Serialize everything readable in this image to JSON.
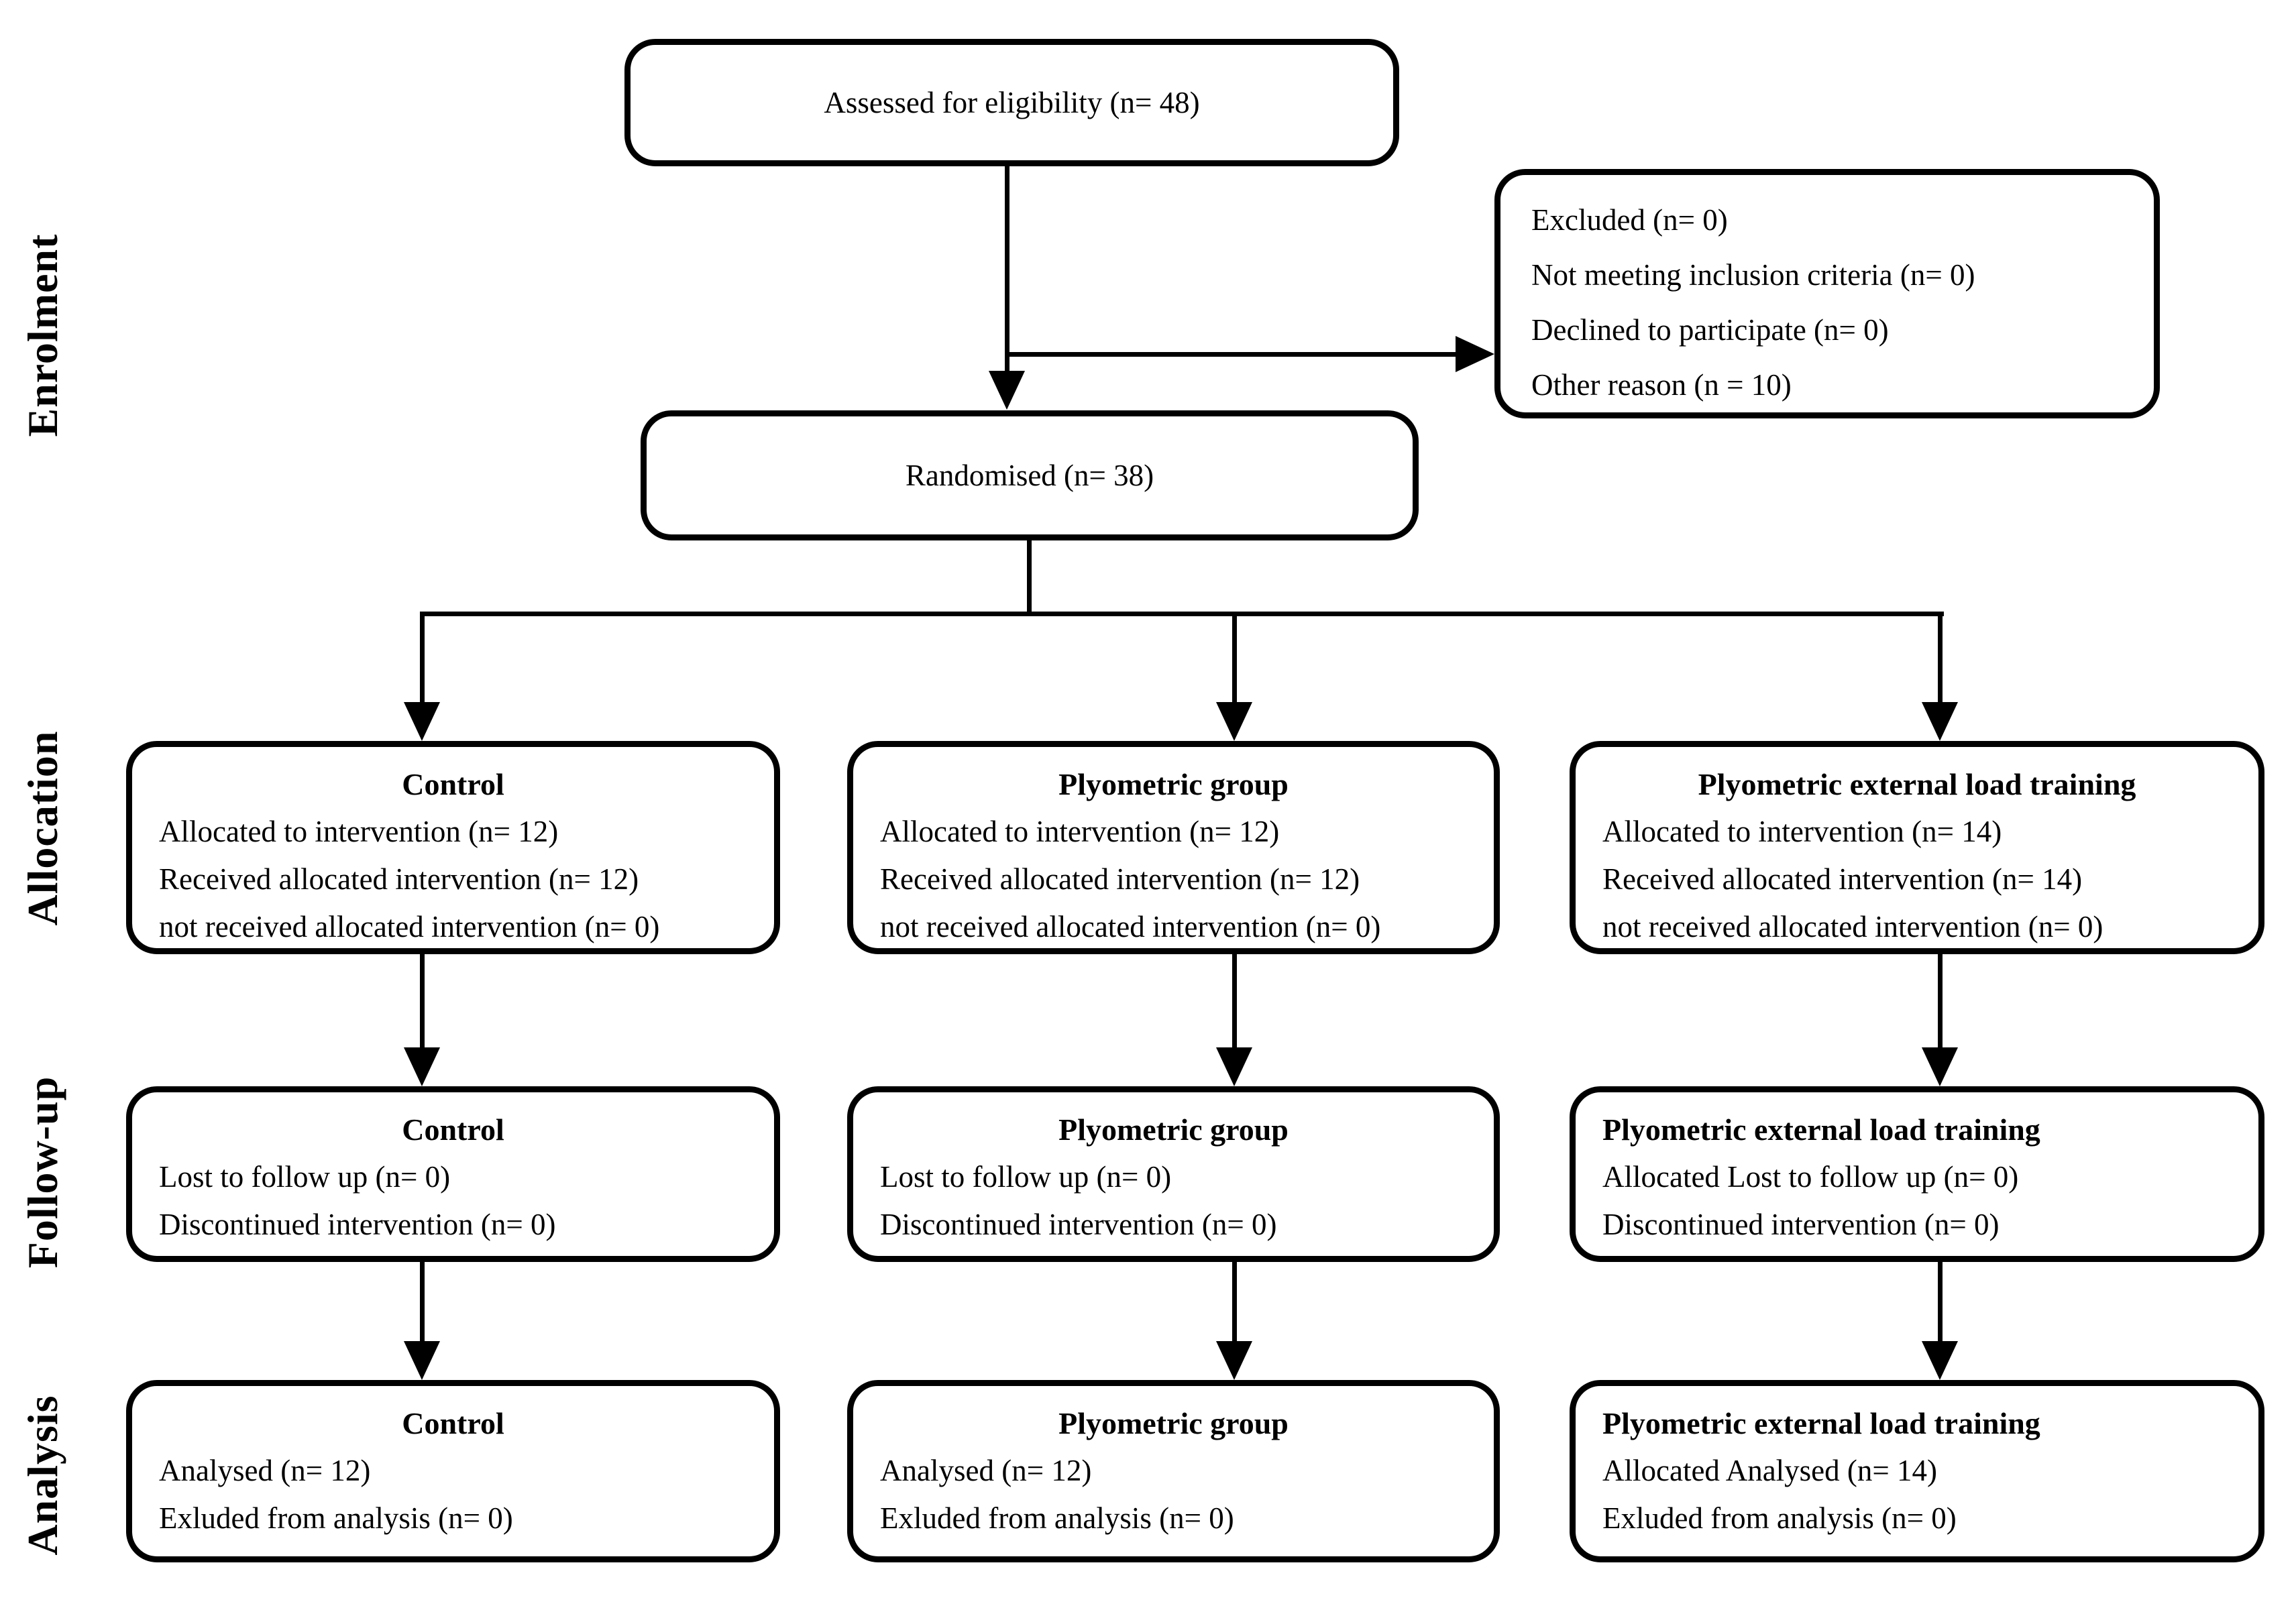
{
  "side_labels": {
    "enrolment": "Enrolment",
    "allocation": "Allocation",
    "follow_up": "Follow-up",
    "analysis": "Analysis"
  },
  "boxes": {
    "assessed": {
      "text": "Assessed for eligibility (n= 48)"
    },
    "excluded": {
      "lines": [
        "Excluded (n= 0)",
        "Not meeting inclusion criteria (n= 0)",
        "Declined to participate (n= 0)",
        "Other reason (n = 10)"
      ]
    },
    "randomised": {
      "text": "Randomised (n= 38)"
    },
    "allocation": [
      {
        "title": "Control",
        "lines": [
          "Allocated to intervention (n= 12)",
          "Received allocated intervention (n= 12)",
          "not received allocated intervention (n= 0)"
        ]
      },
      {
        "title": "Plyometric group",
        "lines": [
          "Allocated to intervention (n= 12)",
          "Received allocated intervention (n= 12)",
          "not received allocated intervention (n= 0)"
        ]
      },
      {
        "title": "Plyometric external load training",
        "lines": [
          "Allocated to intervention (n= 14)",
          "Received allocated intervention (n= 14)",
          "not received allocated intervention (n= 0)"
        ]
      }
    ],
    "follow_up": [
      {
        "title": "Control",
        "lines": [
          "Lost to follow up (n= 0)",
          "Discontinued intervention (n= 0)"
        ]
      },
      {
        "title": "Plyometric group",
        "lines": [
          "Lost to follow up (n= 0)",
          "Discontinued intervention (n= 0)"
        ]
      },
      {
        "title": "Plyometric external load training",
        "lines": [
          "Allocated Lost to follow up (n= 0)",
          "Discontinued intervention (n= 0)"
        ]
      }
    ],
    "analysis": [
      {
        "title": "Control",
        "lines": [
          "Analysed (n= 12)",
          "Exluded from analysis (n= 0)"
        ]
      },
      {
        "title": "Plyometric group",
        "lines": [
          "Analysed (n= 12)",
          "Exluded from analysis (n= 0)"
        ]
      },
      {
        "title": "Plyometric external load training",
        "lines": [
          "Allocated Analysed (n= 14)",
          "Exluded from analysis (n= 0)"
        ]
      }
    ]
  },
  "colors": {
    "line": "#000000",
    "text": "#000000",
    "box_background": "#ffffff",
    "page_background": "#ffffff"
  }
}
